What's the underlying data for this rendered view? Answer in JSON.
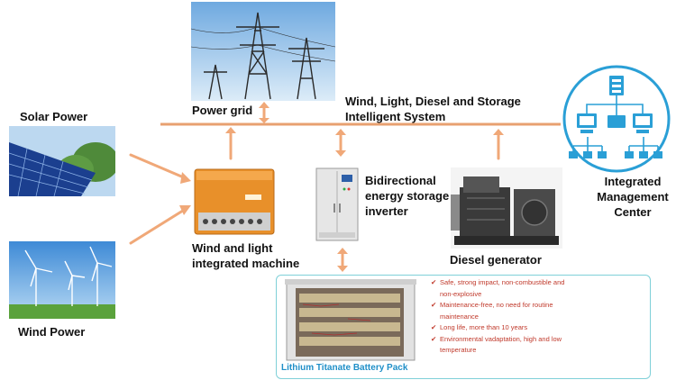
{
  "labels": {
    "power_grid": "Power grid",
    "system_title_line1": "Wind, Light, Diesel and Storage",
    "system_title_line2": "Intelligent System",
    "solar_power": "Solar Power",
    "wind_power": "Wind Power",
    "wind_light_line1": "Wind and light",
    "wind_light_line2": "integrated machine",
    "inverter_line1": "Bidirectional",
    "inverter_line2": "energy storage",
    "inverter_line3": "inverter",
    "diesel_generator": "Diesel generator",
    "management_line1": "Integrated",
    "management_line2": "Management",
    "management_line3": "Center"
  },
  "battery": {
    "label": "Lithium Titanate Battery Pack",
    "features": [
      "Safe, strong impact, non-combustible and",
      "non-explosive",
      "Maintenance-free, no need for routine",
      "maintenance",
      "Long life, more than 10 years",
      "Environmental vadaptation, high and low",
      "temperature"
    ],
    "checked_rows": [
      true,
      false,
      true,
      false,
      true,
      true,
      false
    ]
  },
  "colors": {
    "bus_line": "#e8a070",
    "arrow": "#f0a878",
    "accent_blue": "#1f8fc8",
    "feature_red": "#c0392b",
    "panel_border": "#7fd0d8"
  }
}
